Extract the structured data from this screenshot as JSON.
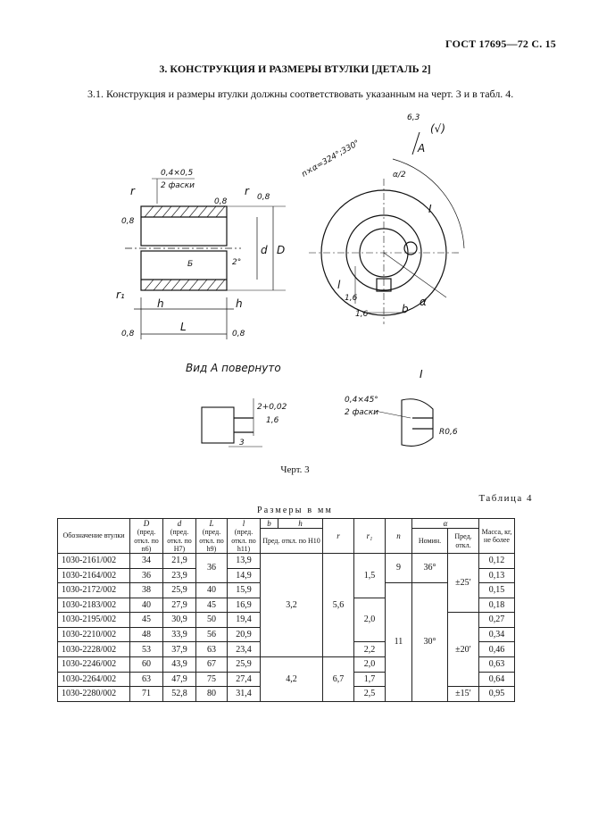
{
  "header": {
    "gost": "ГОСТ 17695—72 С. 15"
  },
  "section": {
    "title": "3. КОНСТРУКЦИЯ И РАЗМЕРЫ ВТУЛКИ [ДЕТАЛЬ 2]",
    "para": "3.1. Конструкция и размеры втулки должны соответствовать указанным на черт. 3 и в табл. 4."
  },
  "drawing": {
    "chamfer1": "0,4×0,5",
    "chamfer1_note": "2 фаски",
    "lbl_r": "r",
    "lbl_r1": "r₁",
    "rough_08": "0,8",
    "lbl_B": "Б",
    "lbl_2": "2°",
    "lbl_d": "d",
    "lbl_D": "D",
    "lbl_h": "h",
    "lbl_L": "L",
    "rough_top": "6,3",
    "rough_top_paren": "(√)",
    "lbl_A": "A",
    "angle_note": "n×α=324°;330°",
    "lbl_alpha2": "α/2",
    "lbl_alpha": "α",
    "lbl_I": "I",
    "lbl_l": "l",
    "lbl_b": "b",
    "rough_16": "1,6",
    "view_title": "Вид А повернуто",
    "dim_2": "2+0,02",
    "dim_3": "3",
    "chamfer2": "0,4×45°",
    "chamfer2_note": "2 фаски",
    "r06": "R0,6"
  },
  "caption": "Черт. 3",
  "table": {
    "label": "Таблица 4",
    "units": "Размеры в мм",
    "headers": {
      "designation": "Обозначение втулки",
      "D": "D",
      "D_sub": "(пред. откл. по n6)",
      "d": "d",
      "d_sub": "(пред. откл. по H7)",
      "L": "L",
      "L_sub": "(пред. откл. по h9)",
      "l": "l",
      "l_sub": "(пред. откл. по h11)",
      "b": "b",
      "h": "h",
      "bh_sub": "Пред. откл. по H10",
      "r": "r",
      "r1": "r₁",
      "n": "n",
      "alpha": "α",
      "alpha_nom": "Номин.",
      "alpha_tol": "Пред. откл.",
      "mass": "Масса, кг, не более"
    },
    "rows": [
      {
        "des": "1030-2161/002",
        "D": "34",
        "d": "21,9",
        "l": "13,9",
        "mass": "0,12"
      },
      {
        "des": "1030-2164/002",
        "D": "36",
        "d": "23,9",
        "l": "14,9",
        "mass": "0,13"
      },
      {
        "des": "1030-2172/002",
        "D": "38",
        "d": "25,9",
        "L": "40",
        "l": "15,9",
        "mass": "0,15"
      },
      {
        "des": "1030-2183/002",
        "D": "40",
        "d": "27,9",
        "L": "45",
        "l": "16,9",
        "mass": "0,18"
      },
      {
        "des": "1030-2195/002",
        "D": "45",
        "d": "30,9",
        "L": "50",
        "l": "19,4",
        "mass": "0,27"
      },
      {
        "des": "1030-2210/002",
        "D": "48",
        "d": "33,9",
        "L": "56",
        "l": "20,9",
        "mass": "0,34"
      },
      {
        "des": "1030-2228/002",
        "D": "53",
        "d": "37,9",
        "L": "63",
        "l": "23,4",
        "mass": "0,46"
      },
      {
        "des": "1030-2246/002",
        "D": "60",
        "d": "43,9",
        "L": "67",
        "l": "25,9",
        "mass": "0,63"
      },
      {
        "des": "1030-2264/002",
        "D": "63",
        "d": "47,9",
        "L": "75",
        "l": "27,4",
        "mass": "0,64"
      },
      {
        "des": "1030-2280/002",
        "D": "71",
        "d": "52,8",
        "L": "80",
        "l": "31,4",
        "mass": "0,95"
      }
    ],
    "merged": {
      "L_36": "36",
      "bh_1": "3,2",
      "r_1": "5,6",
      "bh_2": "4,2",
      "r_2": "6,7",
      "r1_a": "1,5",
      "r1_b": "2,0",
      "r1_c": "2,2",
      "r1_d": "2,0",
      "r1_e": "1,7",
      "r1_f": "2,5",
      "n_1": "9",
      "n_2": "11",
      "anom_1": "36°",
      "anom_2": "30°",
      "atol_1": "±25′",
      "atol_2": "±20′",
      "atol_3": "±15′"
    }
  }
}
